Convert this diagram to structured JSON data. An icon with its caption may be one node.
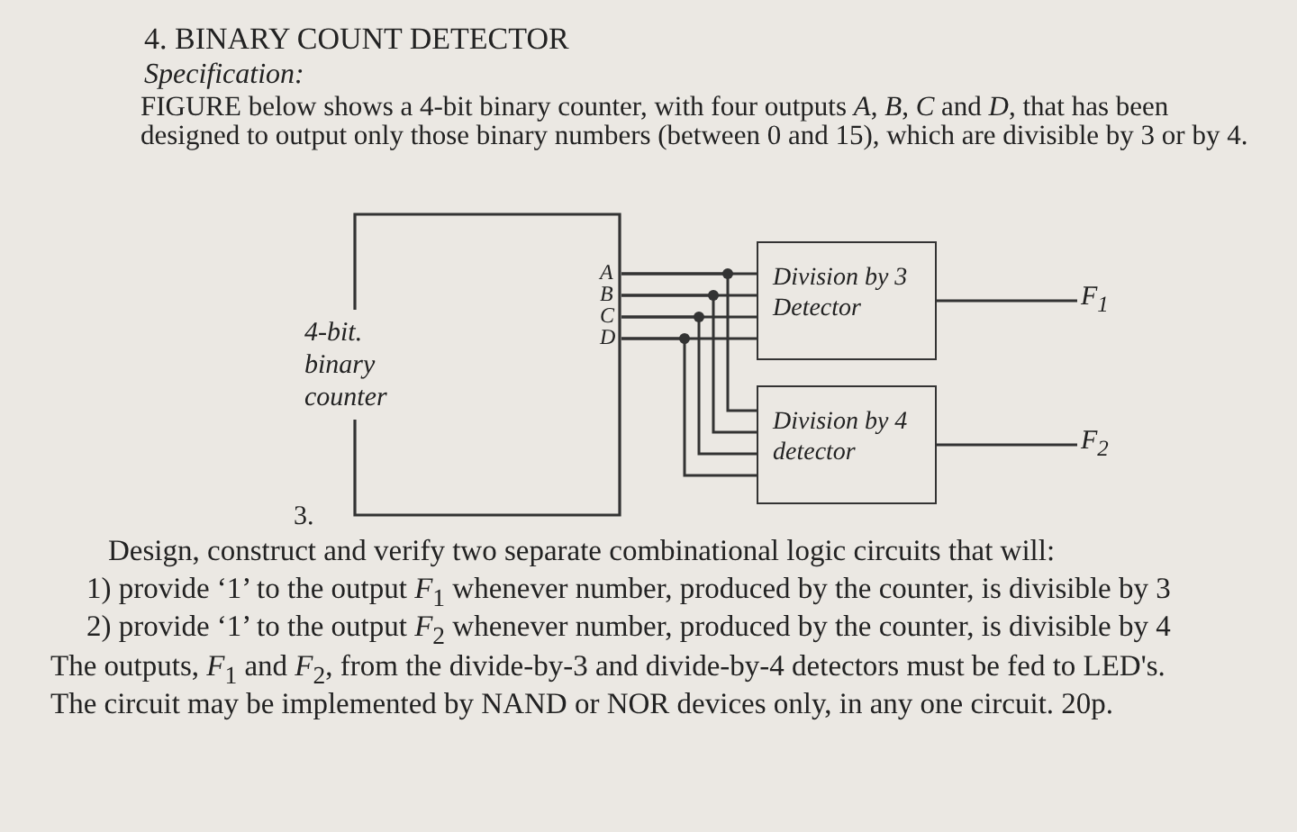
{
  "diagram": {
    "title": "4. BINARY COUNT DETECTOR",
    "nodes": [
      {
        "text": [
          "4-bit. binary counter"
        ]
      },
      {
        "text": [
          "Division by 3 Detector"
        ]
      },
      {
        "text": [
          "Division by 4 detector"
        ]
      },
      {
        "text": [
          "*F*$_{1}$"
        ]
      },
      {
        "text": [
          "*F*$_{2}$"
        ]
      }
    ],
    "edges": [
      {
        "from": 0,
        "to": 1,
        "arrow": "none"
      },
      {
        "from": 0,
        "to": 1,
        "arrow": "none"
      },
      {
        "from": 0,
        "to": 1,
        "arrow": "none"
      },
      {
        "from": 0,
        "to": 1,
        "arrow": "none"
      },
      {
        "from": 0,
        "to": 2,
        "arrow": "none"
      },
      {
        "from": 0,
        "to": 2,
        "arrow": "none"
      },
      {
        "from": 0,
        "to": 2,
        "arrow": "none"
      },
      {
        "from": 0,
        "to": 2,
        "arrow": "none"
      },
      {
        "from": 1,
        "to": 3,
        "arrow": "none"
      },
      {
        "from": 2,
        "to": 4,
        "arrow": "none"
      }
    ],
    "labels": [
      "Specification:",
      "FIGURE below shows a 4-bit binary counter, with four outputs *A*, *B*, *C* and *D*, that has been designed to output only those binary numbers (between 0 and 15), which are divisible by 3 or by 4.",
      "A",
      "B",
      "C",
      "D",
      "3.",
      "Design, construct and verify two separate combinational logic circuits that will:",
      "1) provide ‘1’ to the output *F*$_{1}$ whenever number, produced by the counter, is divisible by 3",
      "2) provide ‘1’ to the output *F*$_{2}$ whenever number, produced by the counter, is divisible by 4",
      "The outputs, *F*$_{1}$ and *F*$_{2}$, from the divide-by-3 and divide-by-4 detectors must be fed to LED's.",
      "The circuit may be implemented by NAND or NOR devices only, in any one circuit. 20p."
    ]
  }
}
